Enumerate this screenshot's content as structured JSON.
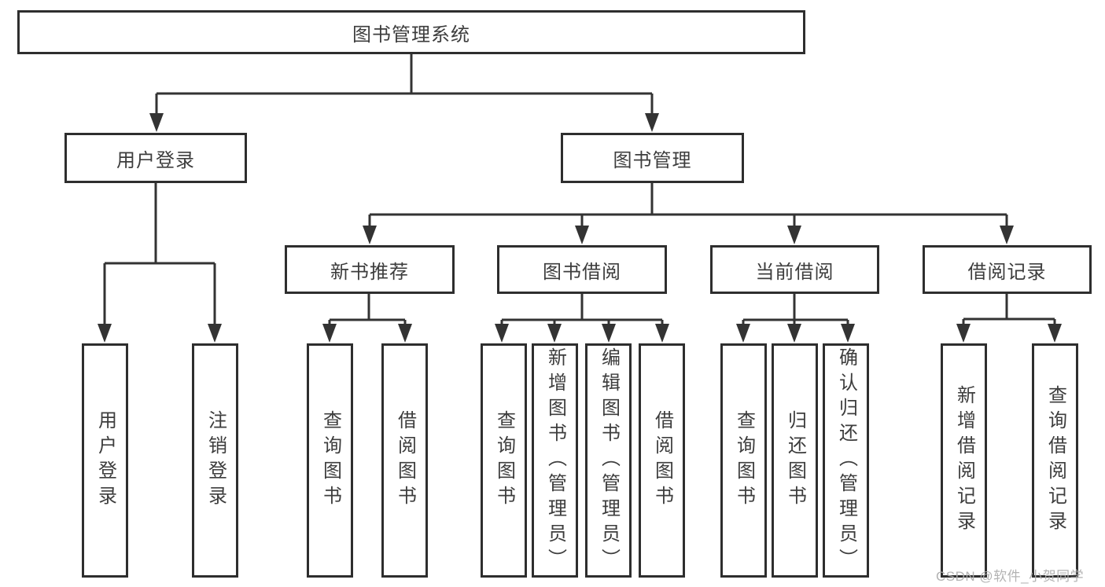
{
  "diagram": {
    "root": {
      "label": "图书管理系统"
    },
    "level2": [
      {
        "label": "用户登录"
      },
      {
        "label": "图书管理"
      }
    ],
    "level3": [
      {
        "label": "新书推荐",
        "parent": "图书管理"
      },
      {
        "label": "图书借阅",
        "parent": "图书管理"
      },
      {
        "label": "当前借阅",
        "parent": "图书管理"
      },
      {
        "label": "借阅记录",
        "parent": "图书管理"
      }
    ],
    "leaves": [
      {
        "label": "用户登录",
        "parent": "用户登录"
      },
      {
        "label": "注销登录",
        "parent": "用户登录"
      },
      {
        "label": "查询图书",
        "parent": "新书推荐"
      },
      {
        "label": "借阅图书",
        "parent": "新书推荐"
      },
      {
        "label": "查询图书",
        "parent": "图书借阅"
      },
      {
        "label": "新增图书（管理员）",
        "parent": "图书借阅"
      },
      {
        "label": "编辑图书（管理员）",
        "parent": "图书借阅"
      },
      {
        "label": "借阅图书",
        "parent": "图书借阅"
      },
      {
        "label": "查询图书",
        "parent": "当前借阅"
      },
      {
        "label": "归还图书",
        "parent": "当前借阅"
      },
      {
        "label": "确认归还（管理员）",
        "parent": "当前借阅"
      },
      {
        "label": "新增借阅记录",
        "parent": "借阅记录"
      },
      {
        "label": "查询借阅记录",
        "parent": "借阅记录"
      }
    ],
    "watermark": {
      "text": "CSDN @软件_小贺同学"
    },
    "colors": {
      "line": "#333333",
      "box_border": "#2e2e2e",
      "text": "#3d3d3d",
      "watermark": "#acacac",
      "background": "#ffffff"
    }
  }
}
